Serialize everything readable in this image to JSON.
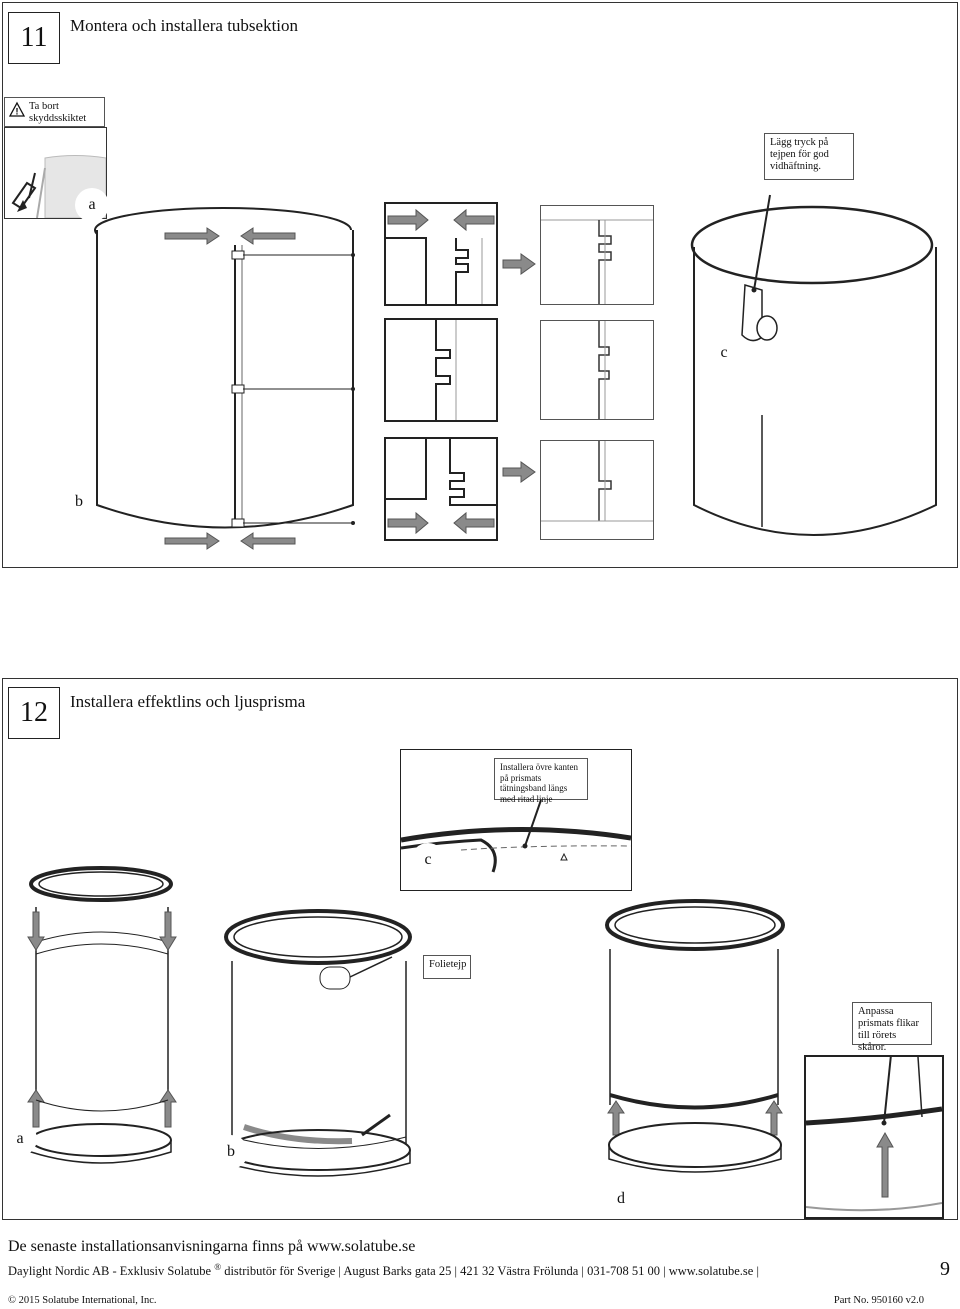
{
  "step11": {
    "number": "11",
    "title": "Montera och installera tubsektion",
    "warning_note": "Ta bort skyddsskiktet",
    "pressure_note": "Lägg tryck på tejpen för god vidhäftning.",
    "label_a": "a",
    "label_b": "b",
    "label_c": "c"
  },
  "step12": {
    "number": "12",
    "title": "Installera effektlins och ljusprisma",
    "edge_note": "Installera övre kanten på prismats tätningsband längs med ritad linje",
    "foil_note": "Folietejp",
    "tabs_note": "Anpassa prismats flikar till rörets skåror.",
    "label_a": "a",
    "label_b": "b",
    "label_c": "c",
    "label_d": "d"
  },
  "footer": {
    "website_line": "De senaste installationsanvisningarna finns på www.solatube.se",
    "company": "Daylight Nordic AB - Exklusiv Solatube",
    "registered": "®",
    "company_tail": "distributör för Sverige",
    "address": "August Barks gata 25",
    "city": "421 32 Västra Frölunda",
    "phone": "031-708 51 00",
    "web": "www.solatube.se",
    "page_number": "9",
    "copyright": "© 2015 Solatube International, Inc.",
    "part_no": "Part No. 950160 v2.0"
  },
  "icons": {
    "warning": "warning-triangle-icon",
    "arrow": "arrow-icon"
  },
  "colors": {
    "arrow_fill": "#8a8a8a",
    "line": "#222222"
  }
}
